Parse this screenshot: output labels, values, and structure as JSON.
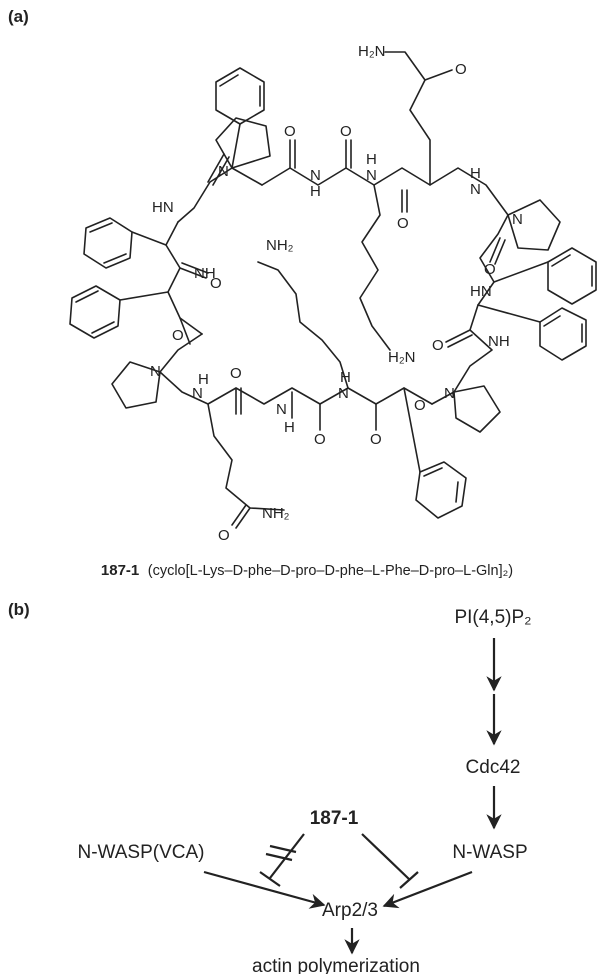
{
  "panel_a": {
    "label": "(a)",
    "atoms": {
      "h2n_top": "H₂N",
      "o_top": "O",
      "nh2_mid": "NH₂",
      "h2n_mid": "H₂N",
      "nh2_bottom": "NH₂",
      "o_bottom": "O",
      "o": "O",
      "n": "N",
      "h": "H",
      "hn": "HN",
      "nh": "NH"
    },
    "compound_id": "187-1",
    "compound_desc": "(cyclo[L-Lys–D-phe–D-pro–D-phe–L-Phe–D-pro–L-Gln]₂)"
  },
  "panel_b": {
    "label": "(b)",
    "nodes": {
      "pip2": "PI(4,5)P₂",
      "cdc42": "Cdc42",
      "inhibitor": "187-1",
      "nwasp_vca": "N-WASP(VCA)",
      "nwasp": "N-WASP",
      "arp23": "Arp2/3",
      "actin": "actin polymerization"
    }
  }
}
